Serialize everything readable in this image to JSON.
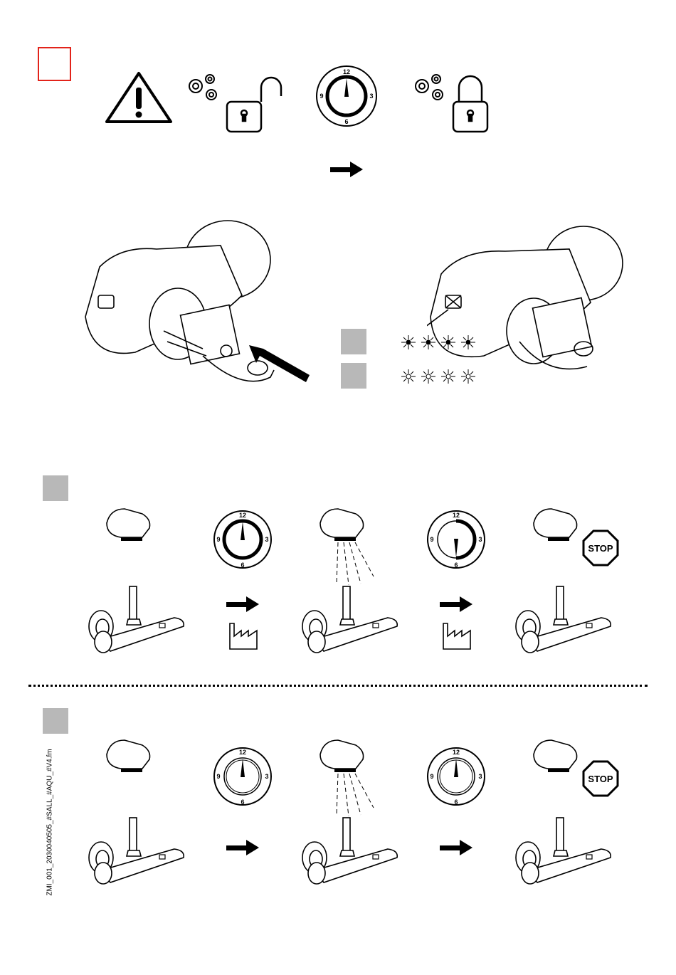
{
  "colors": {
    "marker_red": "#e2231a",
    "step_gray": "#b8b8b8",
    "ink": "#000000"
  },
  "dial_labels": {
    "twelve": "12",
    "three": "3",
    "six": "6",
    "nine": "9"
  },
  "stop_sign": {
    "text": "STOP"
  },
  "side_label": "ZMI_001_2030040505_#SALL_#AQU_#V4.fm",
  "icons": {
    "warning": "warning-triangle-icon",
    "gears": "gears-icon",
    "unlock": "padlock-open-icon",
    "lock": "padlock-closed-icon",
    "arrow": "arrow-right-icon",
    "factory": "factory-icon",
    "led": "led-blink-icon"
  }
}
